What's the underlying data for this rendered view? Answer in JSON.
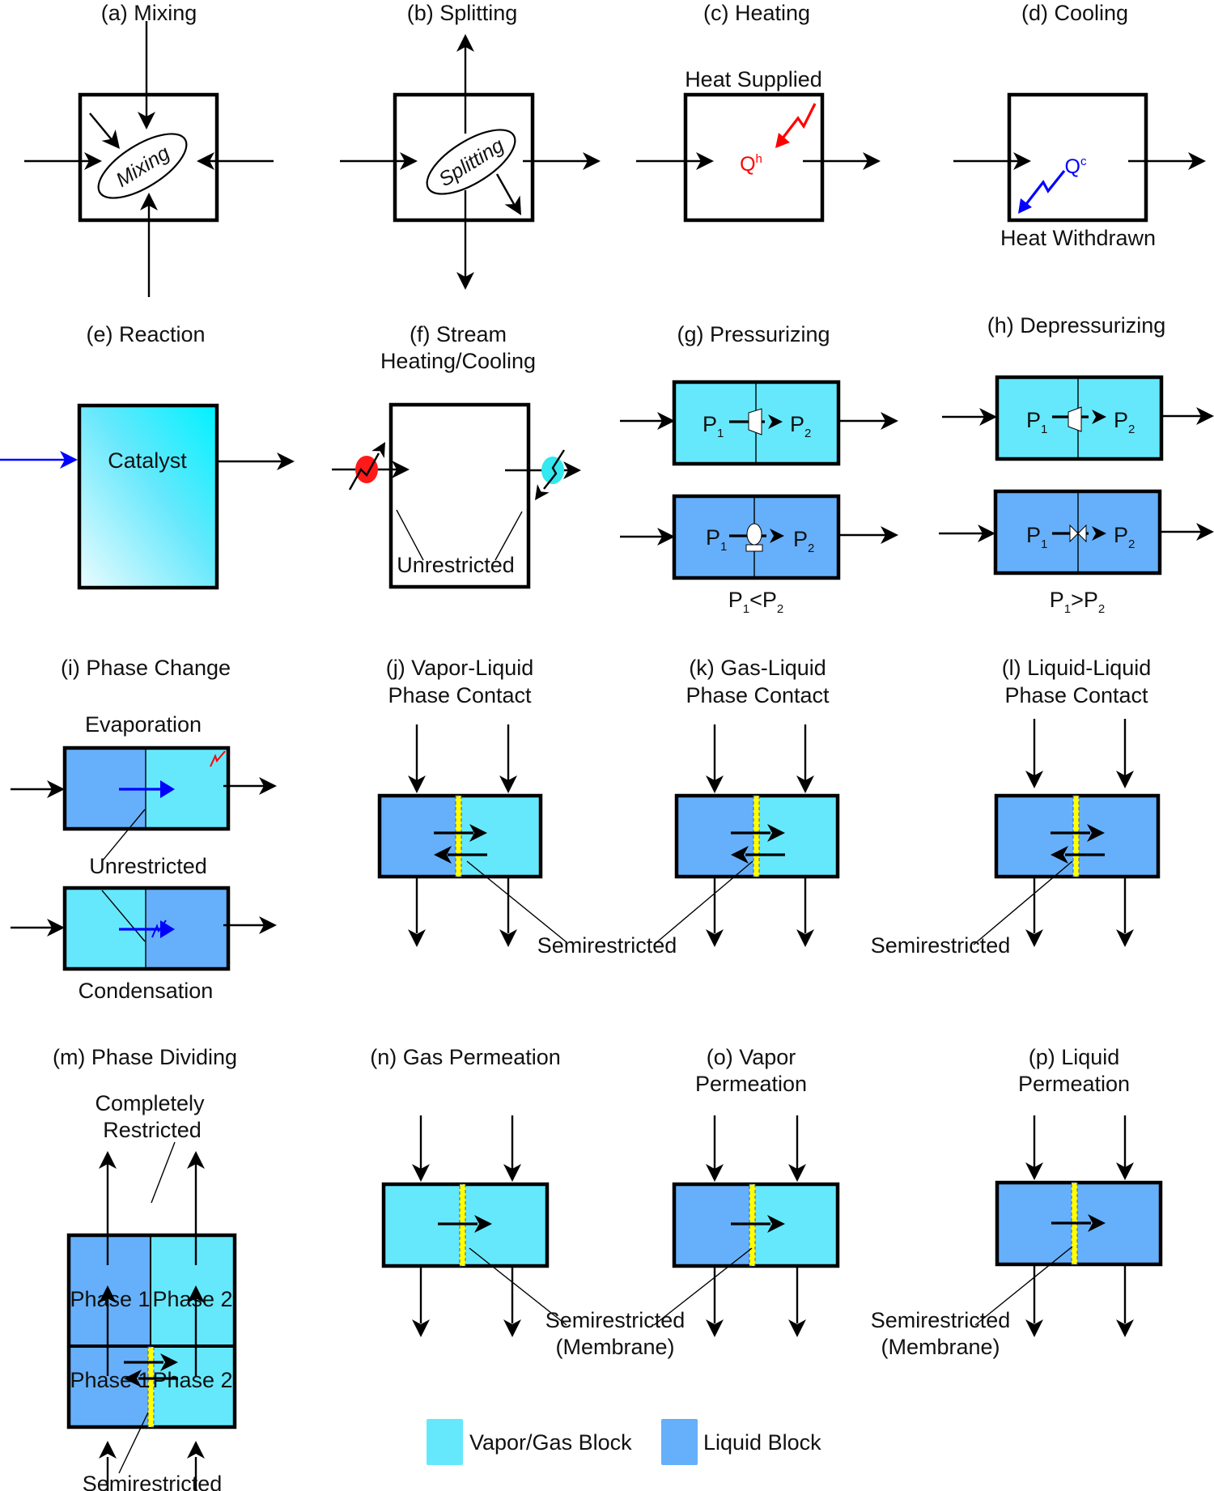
{
  "figure": {
    "panels": {
      "a": {
        "title": "(a) Mixing",
        "ellipse_label": "Mixing"
      },
      "b": {
        "title": "(b) Splitting",
        "ellipse_label": "Splitting"
      },
      "c": {
        "title": "(c) Heating",
        "label": "Heat Supplied",
        "q": "Q",
        "q_sup": "h",
        "heat_color": "#ff0000"
      },
      "d": {
        "title": "(d) Cooling",
        "label": "Heat Withdrawn",
        "q": "Q",
        "q_sup": "c",
        "heat_color": "#0000ff"
      },
      "e": {
        "title": "(e) Reaction",
        "box_label": "Catalyst"
      },
      "f": {
        "title_line1": "(f) Stream",
        "title_line2": "Heating/Cooling",
        "label": "Unrestricted"
      },
      "g": {
        "title": "(g) Pressurizing",
        "p1": "P",
        "p1_sub": "1",
        "p2": "P",
        "p2_sub": "2",
        "relation": "<"
      },
      "h": {
        "title": "(h) Depressurizing",
        "p1": "P",
        "p1_sub": "1",
        "p2": "P",
        "p2_sub": "2",
        "relation": ">"
      },
      "i": {
        "title": "(i) Phase Change",
        "top_label": "Evaporation",
        "mid_label": "Unrestricted",
        "bottom_label": "Condensation"
      },
      "j": {
        "title_line1": "(j) Vapor-Liquid",
        "title_line2": "Phase Contact",
        "label": "Semirestricted"
      },
      "k": {
        "title_line1": "(k) Gas-Liquid",
        "title_line2": "Phase Contact"
      },
      "l": {
        "title_line1": "(l) Liquid-Liquid",
        "title_line2": "Phase Contact",
        "label": "Semirestricted"
      },
      "m": {
        "title": "(m) Phase Dividing",
        "top_label_line1": "Completely",
        "top_label_line2": "Restricted",
        "phase1": "Phase 1",
        "phase2": "Phase 2",
        "bottom_label": "Semirestricted"
      },
      "n": {
        "title": "(n) Gas Permeation",
        "label_line1": "Semirestricted",
        "label_line2": "(Membrane)"
      },
      "o": {
        "title_line1": "(o) Vapor",
        "title_line2": "Permeation"
      },
      "p": {
        "title_line1": "(p) Liquid",
        "title_line2": "Permeation",
        "label_line1": "Semirestricted",
        "label_line2": "(Membrane)"
      }
    },
    "legend": [
      {
        "label": "Vapor/Gas Block",
        "color": "#66e8fc"
      },
      {
        "label": "Liquid Block",
        "color": "#66b0fb"
      }
    ]
  }
}
